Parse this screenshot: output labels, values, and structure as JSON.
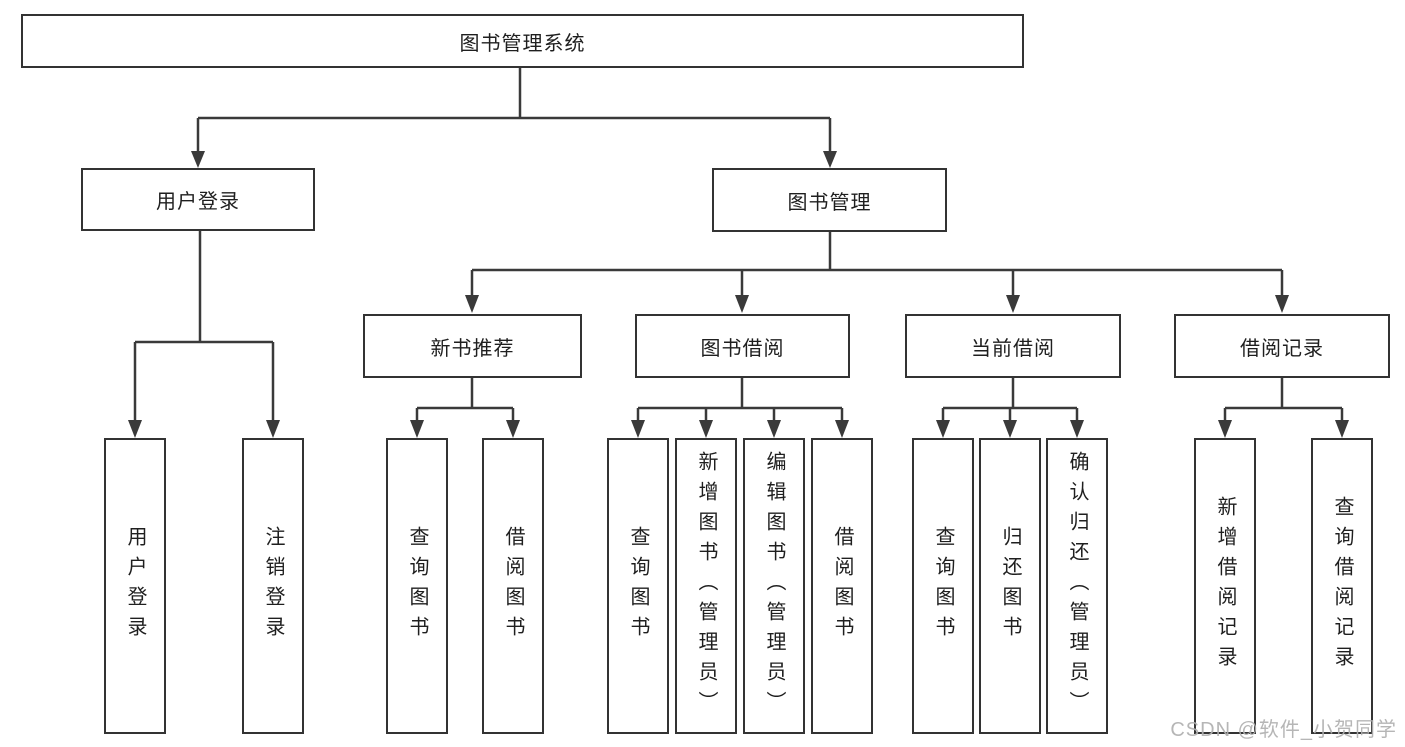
{
  "nodes": {
    "root": {
      "label": "图书管理系统"
    },
    "user_login": {
      "label": "用户登录"
    },
    "book_mgmt": {
      "label": "图书管理"
    },
    "new_book_rec": {
      "label": "新书推荐"
    },
    "book_borrow": {
      "label": "图书借阅"
    },
    "current_borrow": {
      "label": "当前借阅"
    },
    "borrow_records": {
      "label": "借阅记录"
    },
    "leaf_user_login": {
      "label": "用户登录"
    },
    "leaf_logout": {
      "label": "注销登录"
    },
    "leaf_query_book_rec": {
      "label": "查询图书"
    },
    "leaf_borrow_book_rec": {
      "label": "借阅图书"
    },
    "leaf_query_book_borrow": {
      "label": "查询图书"
    },
    "leaf_add_book": {
      "label": "新增图书（管理员）"
    },
    "leaf_edit_book": {
      "label": "编辑图书（管理员）"
    },
    "leaf_borrow_book": {
      "label": "借阅图书"
    },
    "leaf_query_current": {
      "label": "查询图书"
    },
    "leaf_return_book": {
      "label": "归还图书"
    },
    "leaf_confirm_return": {
      "label": "确认归还（管理员）"
    },
    "leaf_add_record": {
      "label": "新增借阅记录"
    },
    "leaf_query_record": {
      "label": "查询借阅记录"
    }
  },
  "watermark": "CSDN @软件_小贺同学",
  "colors": {
    "line": "#3a3a3a",
    "box_border": "#333333",
    "box_background": "#ffffff",
    "text": "#1f1f1f",
    "watermark": "#b0b0b0"
  }
}
